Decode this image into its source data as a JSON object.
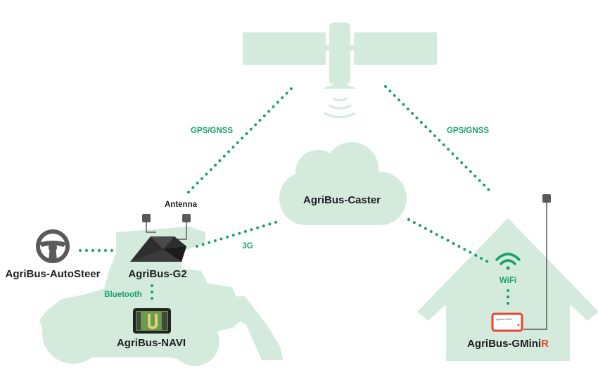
{
  "labels": {
    "gps_left": "GPS/GNSS",
    "gps_right": "GPS/GNSS",
    "antenna": "Antenna",
    "caster": "AgriBus-Caster",
    "g2": "AgriBus-G2",
    "autosteer": "AgriBus-AutoSteer",
    "bluetooth": "Bluetooth",
    "navi": "AgriBus-NAVI",
    "link_3g": "3G",
    "wifi": "WiFi",
    "gmini_main": "AgriBus-GMini",
    "gmini_suffix": "R"
  },
  "device_text": {
    "gmini_screen": "AgriBus-GMiniR"
  },
  "colors": {
    "background_shapes": "#d3eadd",
    "link_green": "#1aa068",
    "label_dark": "#1f1f1f",
    "gmini_accent": "#e8452c",
    "device_gray": "#5a5a5a"
  },
  "icons": [
    "satellite-icon",
    "signal-waves-icon",
    "cloud-icon",
    "tractor-icon",
    "house-icon",
    "steering-wheel-icon",
    "receiver-icon",
    "antenna-icon",
    "tablet-icon",
    "wifi-icon",
    "gmini-device-icon"
  ]
}
